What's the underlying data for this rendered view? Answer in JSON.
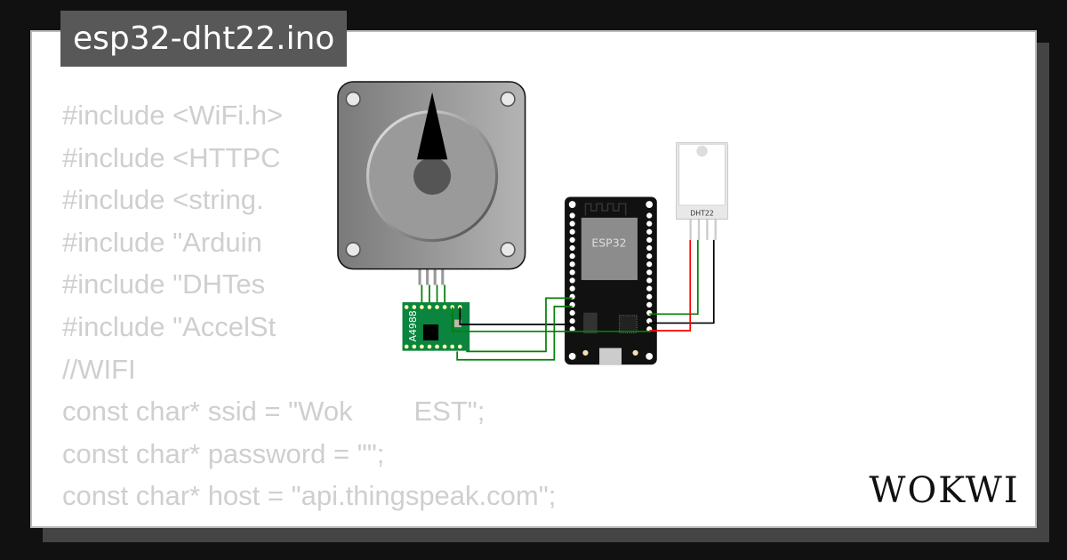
{
  "title": "esp32-dht22.ino",
  "code_lines": [
    "#include <WiFi.h>",
    "#include <HTTPC",
    "#include <string.",
    "#include \"Arduin",
    "#include \"DHTes",
    "#include \"AccelSt",
    "//WIFI",
    "const char* ssid = \"Wok        EST\";",
    "const char* password = \"\";",
    "const char* host = \"api.thingspeak.com\";"
  ],
  "diagram": {
    "driver_label": "A4988",
    "mcu_label": "ESP32",
    "sensor_label": "DHT22",
    "wire_colors": {
      "signal": "#008000",
      "ground": "#000000",
      "power": "#ff0000"
    }
  },
  "brand": "WOKWI"
}
